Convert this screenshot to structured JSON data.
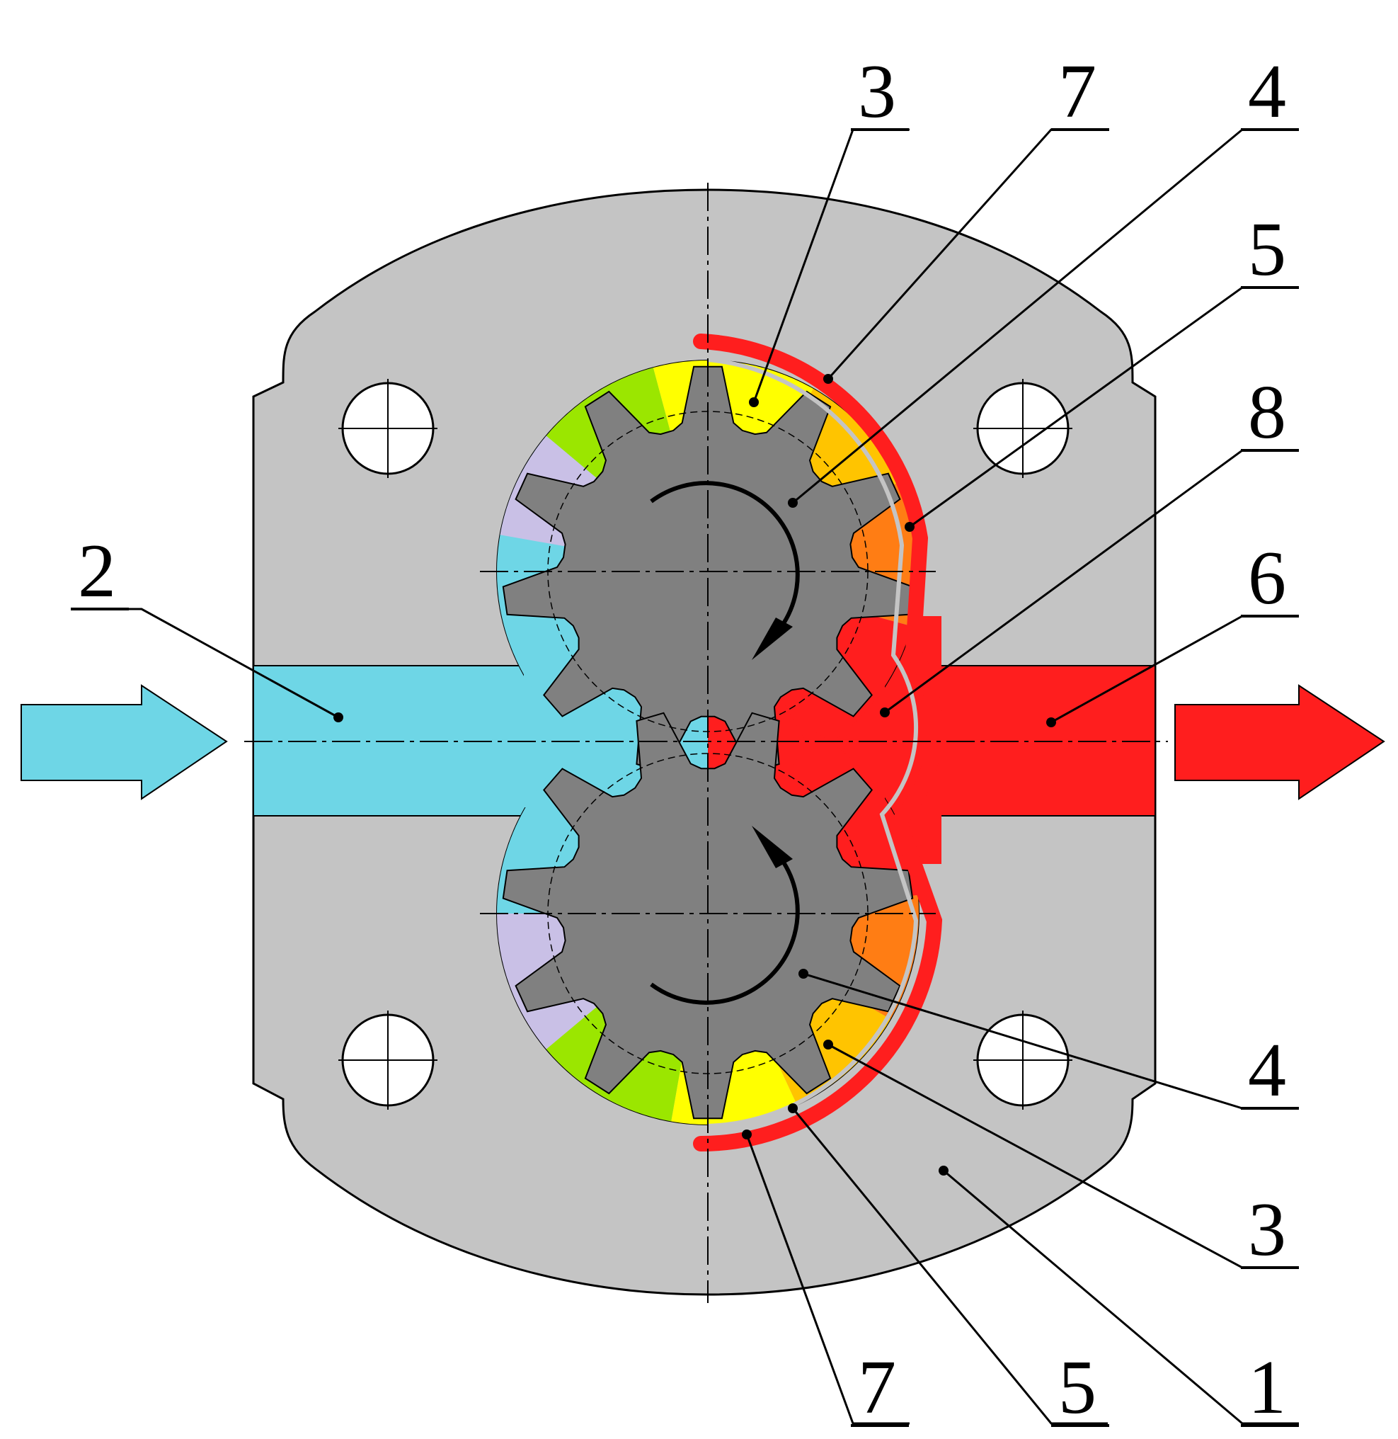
{
  "colors": {
    "housing": "#c4c4c4",
    "gear": "#808080",
    "inlet": "#6ed6e6",
    "outlet": "#ff1e1e",
    "chamber_green": "#9be600",
    "chamber_yellow": "#ffff00",
    "chamber_amber": "#ffc400",
    "chamber_orange": "#ff7d14",
    "chamber_lavender": "#c9c0e6",
    "seal_groove": "#ff1e1e"
  },
  "icons": {
    "inlet_arrow": "arrow-right-icon",
    "outlet_arrow": "arrow-right-icon",
    "upper_rotation": "clockwise-arrow-icon",
    "lower_rotation": "counterclockwise-arrow-icon"
  },
  "callouts": {
    "top_3": "3",
    "top_7": "7",
    "top_4": "4",
    "right_5": "5",
    "right_8": "8",
    "right_6": "6",
    "left_2": "2",
    "right_4": "4",
    "right_3": "3",
    "bottom_7": "7",
    "bottom_5": "5",
    "bottom_1": "1"
  }
}
